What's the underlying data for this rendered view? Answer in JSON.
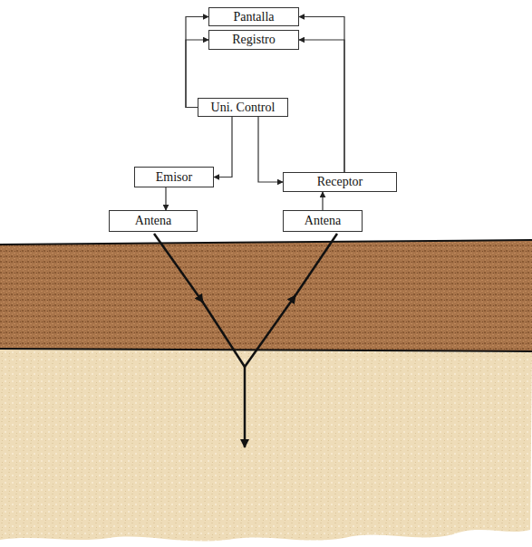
{
  "diagram": {
    "nodes": [
      {
        "text": [
          "Pantalla"
        ]
      },
      {
        "text": [
          "Registro"
        ]
      },
      {
        "text": [
          "Uni. Control"
        ]
      },
      {
        "text": [
          "Emisor"
        ]
      },
      {
        "text": [
          "Receptor"
        ]
      },
      {
        "text": [
          "Antena"
        ]
      },
      {
        "text": [
          "Antena"
        ]
      }
    ],
    "edges": [
      {
        "from": 2,
        "to": 0,
        "arrow": "to"
      },
      {
        "from": 2,
        "to": 1,
        "arrow": "to"
      },
      {
        "from": 4,
        "to": 0,
        "arrow": "to"
      },
      {
        "from": 4,
        "to": 1,
        "arrow": "to"
      },
      {
        "from": 2,
        "to": 3,
        "arrow": "to"
      },
      {
        "from": 2,
        "to": 4,
        "arrow": "to"
      },
      {
        "from": 3,
        "to": 5,
        "arrow": "to"
      },
      {
        "from": 6,
        "to": 4,
        "arrow": "to"
      }
    ]
  }
}
